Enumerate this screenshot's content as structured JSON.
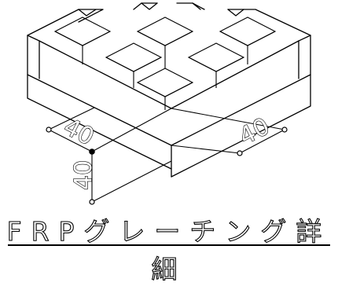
{
  "drawing": {
    "title": "FRPグレーチング詳細",
    "dimensions": {
      "width_left": "40",
      "width_right": "40",
      "height": "40"
    }
  }
}
